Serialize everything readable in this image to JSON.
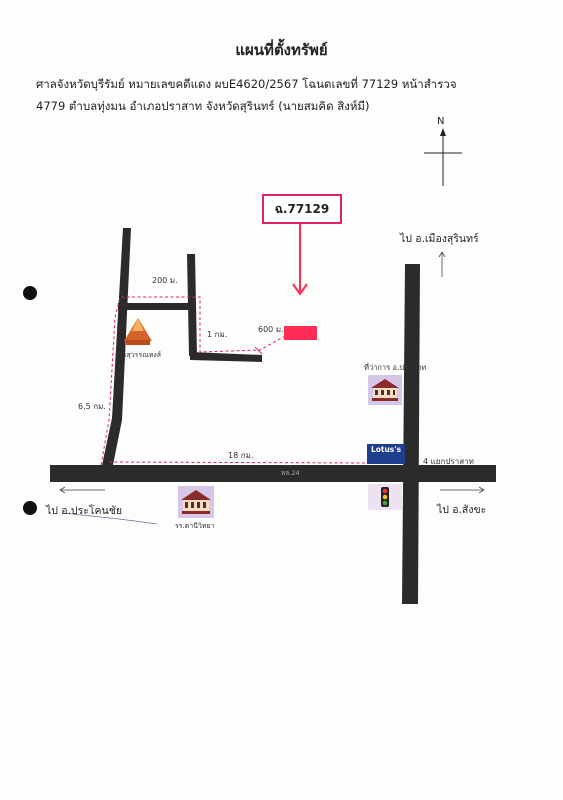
{
  "title": "แผนที่ตั้งทรัพย์",
  "header": {
    "line1": "ศาลจังหวัดบุรีรัมย์ หมายเลขคดีแดง ผบE4620/2567  โฉนดเลขที่ 77129 หน้าสำรวจ",
    "line2": "4779 ตำบลทุ่งมน  อำเภอปราสาท จังหวัดสุรินทร์ (นายสมคิด สิงห์มี)"
  },
  "compass": {
    "label": "N"
  },
  "deed_box": {
    "label": "ฉ.77129"
  },
  "distances": {
    "d200": "200 ม.",
    "d1km": "1 กม.",
    "d600": "600 ม.",
    "d65km": "6.5 กม.",
    "d18km": "18 กม."
  },
  "landmarks": {
    "temple": "วัดสุวรรณหงส์",
    "district_office": "ที่ว่าการ อ.ปราสาท",
    "lotus": "Lotus's",
    "junction": "4 แยกปราสาท",
    "school": "รร.ตานีวิทยา",
    "road_number": "ทล.24"
  },
  "directions": {
    "north": "ไป อ.เมืองสุรินทร์",
    "west": "ไป อ.ประโคนชัย",
    "east": "ไป อ.สังขะ"
  },
  "colors": {
    "route": "#e0245e",
    "road": "#2b2b2b",
    "marker": "#ff2d55"
  }
}
